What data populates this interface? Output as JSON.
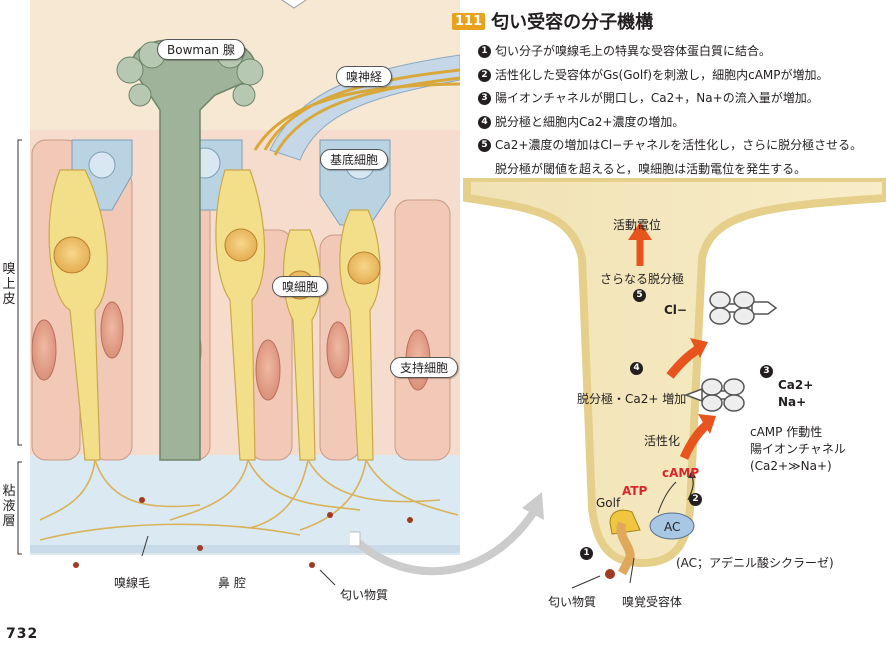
{
  "section": {
    "number": "111",
    "title": "匂い受容の分子機構"
  },
  "steps": [
    {
      "num": "1",
      "text": "匂い分子が嗅線毛上の特異な受容体蛋白質に結合。"
    },
    {
      "num": "2",
      "text": "活性化した受容体がGs(Golf)を刺激し，細胞内cAMPが増加。"
    },
    {
      "num": "3",
      "text": "陽イオンチャネルが開口し，Ca2+，Na+の流入量が増加。"
    },
    {
      "num": "4",
      "text": "脱分極と細胞内Ca2+濃度の増加。"
    },
    {
      "num": "5",
      "text": "Ca2+濃度の増加はCl−チャネルを活性化し，さらに脱分極させる。"
    }
  ],
  "step5_cont": "脱分極が閾値を超えると，嗅細胞は活動電位を発生する。",
  "histology": {
    "bowman": "Bowman 腺",
    "nerve": "嗅神経",
    "basal": "基底細胞",
    "olfactory_cell": "嗅細胞",
    "support": "支持細胞",
    "cilia": "嗅線毛",
    "nasal_cavity": "鼻 腔",
    "odorant": "匂い物質",
    "epithelium": [
      "嗅",
      "上",
      "皮"
    ],
    "mucus": [
      "粘",
      "液",
      "層"
    ]
  },
  "molecular": {
    "action_potential": "活動電位",
    "further_depol": "さらなる脱分極",
    "cl": "Cl−",
    "depol_ca": "脱分極・Ca2+ 増加",
    "ca": "Ca2+",
    "na": "Na+",
    "activation": "活性化",
    "camp": "cAMP",
    "atp": "ATP",
    "golf": "Golf",
    "ac": "AC",
    "channel": [
      "cAMP 作動性",
      "陽イオンチャネル",
      "(Ca2+≫Na+)"
    ],
    "ac_note": "(AC；アデニル酸シクラーゼ)",
    "odorant": "匂い物質",
    "receptor": "嗅覚受容体",
    "markers": [
      "1",
      "2",
      "3",
      "4",
      "5"
    ]
  },
  "page_number": "732",
  "colors": {
    "accent": "#e8a21e",
    "cell_yellow": "#f3df8a",
    "support_pink": "#f2c9b6",
    "bowman_green": "#9fb39b",
    "basal_blue": "#b9d3e3",
    "mucus_blue": "#dbe9f3",
    "arrow_orange": "#e8541e",
    "red_text": "#d8272d"
  }
}
